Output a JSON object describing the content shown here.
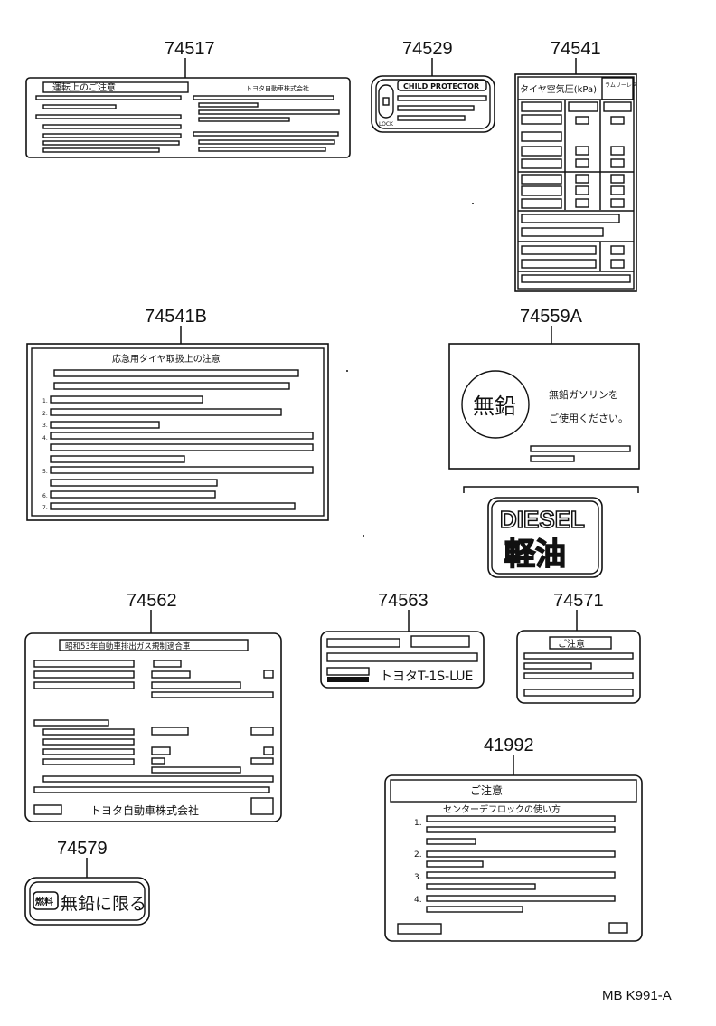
{
  "parts": {
    "p74517": {
      "number": "74517",
      "heading": "運転上のご注意",
      "maker": "トヨタ自動車株式会社"
    },
    "p74529": {
      "number": "74529",
      "heading": "CHILD PROTECTOR",
      "lock": "LOCK"
    },
    "p74541": {
      "number": "74541",
      "heading": "タイヤ空気圧(kPa)",
      "corner": "ラムリーレス"
    },
    "p74541B": {
      "number": "74541B",
      "heading": "応急用タイヤ取扱上の注意",
      "list_numbers": [
        "1.",
        "2.",
        "3.",
        "4.",
        "5.",
        "6.",
        "7."
      ]
    },
    "p74559A": {
      "number": "74559A",
      "circle_text": "無鉛",
      "line1": "無鉛ガソリンを",
      "line2": "ご使用ください。",
      "diesel_en": "DIESEL",
      "diesel_jp": "軽油"
    },
    "p74562": {
      "number": "74562",
      "heading": "昭和53年自動車排出ガス規制適合車",
      "maker": "トヨタ自動車株式会社"
    },
    "p74563": {
      "number": "74563",
      "code": "トヨタT-1S-LUE"
    },
    "p74571": {
      "number": "74571",
      "heading": "ご注意"
    },
    "p41992": {
      "number": "41992",
      "heading": "ご注意",
      "subheading": "センターデフロックの使い方",
      "list_numbers": [
        "1.",
        "2.",
        "3.",
        "4."
      ]
    },
    "p74579": {
      "number": "74579",
      "tag": "燃料",
      "text": "無鉛に限る"
    }
  },
  "footer": {
    "code": "MB K991-A"
  }
}
